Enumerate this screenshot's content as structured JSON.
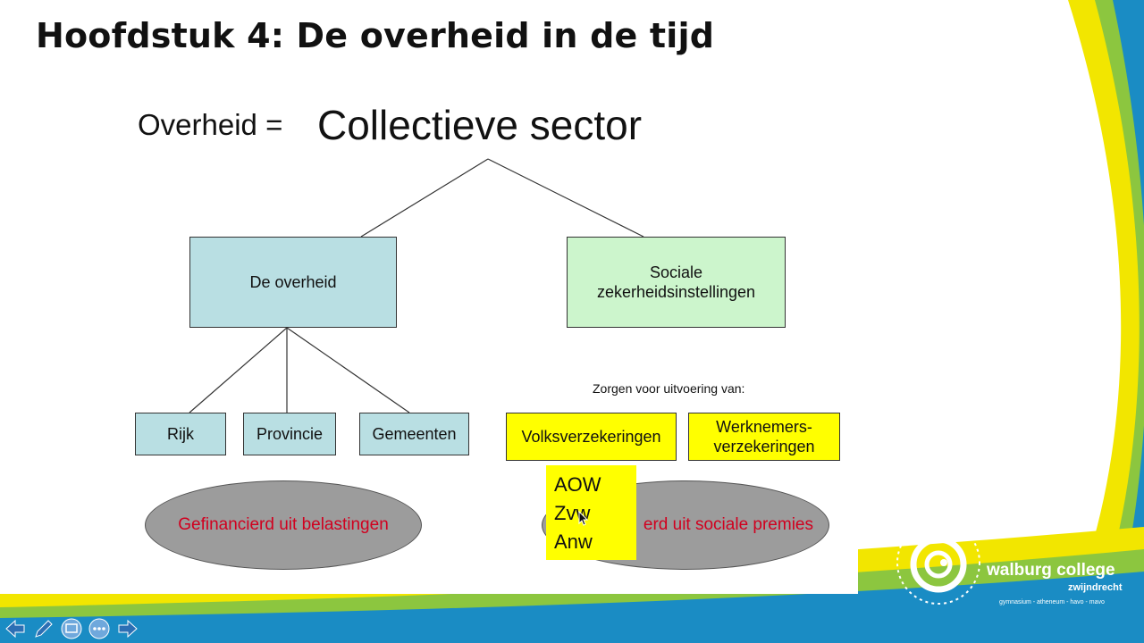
{
  "slide": {
    "title": "Hoofdstuk 4: De overheid in de tijd",
    "equation_left": "Overheid =",
    "equation_right": "Collectieve sector"
  },
  "diagram": {
    "overheid": "De overheid",
    "sociale": [
      "Sociale",
      "zekerheidsinstellingen"
    ],
    "rijk": "Rijk",
    "provincie": "Provincie",
    "gemeenten": "Gemeenten",
    "zorgen": "Zorgen voor uitvoering van:",
    "volks": "Volksverzekeringen",
    "werknemers": [
      "Werknemers-",
      "verzekeringen"
    ],
    "ellipse_left": "Gefinancierd uit belastingen",
    "ellipse_right": "erd uit sociale premies",
    "popup_items": [
      "AOW",
      "Zvw",
      "Anw"
    ]
  },
  "branding": {
    "name": "walburg college",
    "location": "zwijndrecht",
    "tagline": "gymnasium - atheneum - havo - mavo"
  },
  "nav": {
    "icons": [
      "arrow-left-icon",
      "pen-icon",
      "slides-icon",
      "more-icon",
      "arrow-right-icon"
    ]
  },
  "colors": {
    "teal_box": "#b9dfe3",
    "green_box": "#ccf5cc",
    "yellow_box": "#ffff00",
    "ellipse_fill": "#9c9c9c",
    "ellipse_text": "#d1001f",
    "brand_blue": "#1a8cc4",
    "brand_yellow": "#f2e600",
    "brand_green": "#8cc63f"
  }
}
